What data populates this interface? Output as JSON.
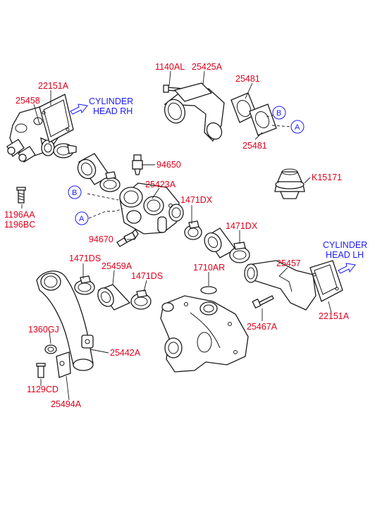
{
  "labels": {
    "p22151A_top": "22151A",
    "p25458": "25458",
    "cyl_rh_line1": "CYLINDER",
    "cyl_rh_line2": "HEAD  RH",
    "p1140AL": "1140AL",
    "p25425A": "25425A",
    "p25481_top": "25481",
    "p25481_bot": "25481",
    "ref_B_top": "B",
    "ref_A_top": "A",
    "p94650": "94650",
    "p25423A": "25423A",
    "pK15171": "K15171",
    "ref_B_left": "B",
    "ref_A_left": "A",
    "p1196AA": "1196AA",
    "p1196BC": "1196BC",
    "p1471DX_a": "1471DX",
    "p1471DX_b": "1471DX",
    "p94670": "94670",
    "cyl_lh_line1": "CYLINDER",
    "cyl_lh_line2": "HEAD  LH",
    "p1471DS_a": "1471DS",
    "p25459A": "25459A",
    "p1471DS_b": "1471DS",
    "p1710AR": "1710AR",
    "p25457": "25457",
    "p1360GJ": "1360GJ",
    "p25442A": "25442A",
    "p25467A": "25467A",
    "p22151A_bot": "22151A",
    "p1129CD": "1129CD",
    "p25494A": "25494A"
  },
  "colors": {
    "part_number": "#e0001b",
    "reference": "#1a1aff",
    "line": "#1a1a1a"
  }
}
